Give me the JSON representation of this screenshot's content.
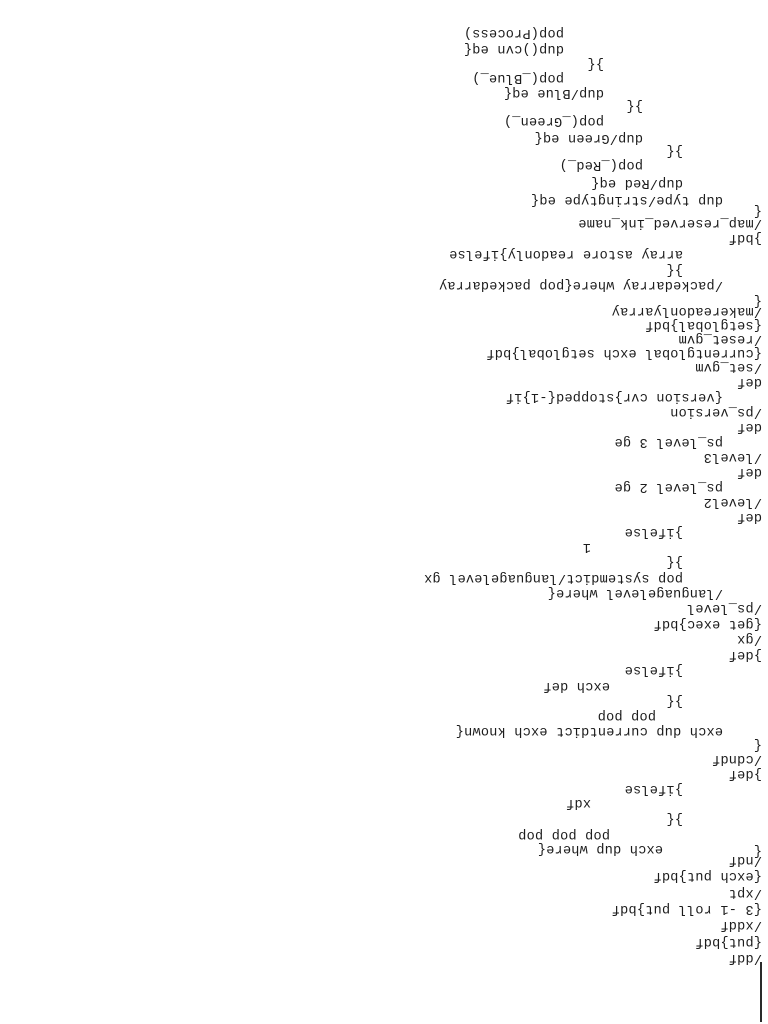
{
  "document": {
    "lines": [
      "/ddf",
      "{put}bdf",
      "/xddf",
      "{3 -1 roll put}bdf",
      "/xpt",
      "{exch put}bdf",
      "/ndf",
      "{",
      "exch dup where{",
      "pop pop pop",
      "}{",
      "xdf",
      "}ifelse",
      "}def",
      "/cdndf",
      "{",
      "exch dup currentdict exch known{",
      "pop pop",
      "}{",
      "exch def",
      "}ifelse",
      "}def",
      "/gx",
      "{get exec}bdf",
      "/ps_level",
      "/languagelevel where{",
      "pop systemdict/languagelevel gx",
      "}{",
      "1",
      "}ifelse",
      "def",
      "/level2",
      "ps_level 2 ge",
      "def",
      "/level3",
      "ps_level 3 ge",
      "def",
      "/ps_version",
      "{version cvr}stopped{-1}if",
      "def",
      "/set_gvm",
      "{currentglobal exch setglobal}bdf",
      "/reset_gvm",
      "{setglobal}bdf",
      "/makereadonlyarray",
      "{",
      "/packedarray where{pop packedarray",
      "}{",
      "array astore readonly}ifelse",
      "}bdf",
      "/map_reserved_ink_name",
      "{",
      "dup type/stringtype eq{",
      "dup/Red eq{",
      "pop(_Red_)",
      "}{",
      "dup/Green eq{",
      "pop(_Green_)",
      "}{",
      "dup/Blue eq{",
      "pop(_Blue_)",
      "}{",
      "dup()cvn eq{",
      "pop(Process)"
    ]
  }
}
